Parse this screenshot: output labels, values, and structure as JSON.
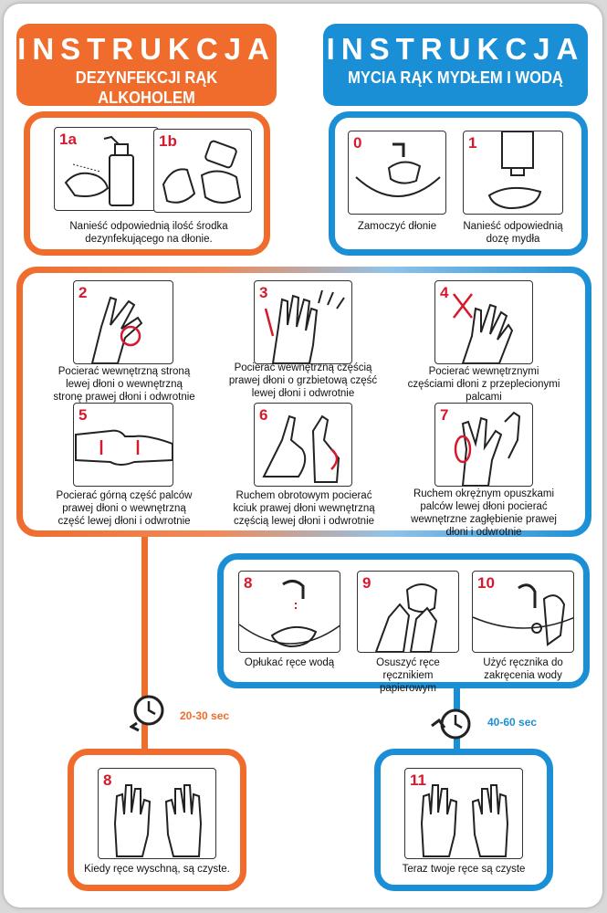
{
  "left_header": {
    "title": "INSTRUKCJA",
    "subtitle": "DEZYNFEKCJI RĄK ALKOHOLEM"
  },
  "right_header": {
    "title": "INSTRUKCJA",
    "subtitle": "MYCIA RĄK MYDŁEM I WODĄ"
  },
  "colors": {
    "orange": "#ef6c2c",
    "blue": "#1a8fd6",
    "red_number": "#d6192d"
  },
  "alcohol_start": {
    "steps": [
      {
        "number": "1a",
        "icon": "spray-bottle-hands-icon"
      },
      {
        "number": "1b",
        "icon": "pour-bottle-hands-icon"
      }
    ],
    "caption": "Nanieść odpowiednią ilość  środka dezynfekującego na dłonie."
  },
  "wash_start": {
    "steps": [
      {
        "number": "0",
        "caption": "Zamoczyć dłonie",
        "icon": "wet-hands-sink-icon"
      },
      {
        "number": "1",
        "caption": "Nanieść odpowiednią dozę mydła",
        "icon": "soap-dispenser-icon"
      }
    ]
  },
  "common_steps": [
    {
      "number": "2",
      "caption": "Pocierać wewnętrzną stroną lewej dłoni o wewnętrzną stronę prawej dłoni i odwrotnie",
      "icon": "palm-to-palm-icon"
    },
    {
      "number": "3",
      "caption": "Pocierać wewnętrzną częścią prawej dłoni o grzbietową część lewej dłoni i odwrotnie",
      "icon": "palm-over-back-icon"
    },
    {
      "number": "4",
      "caption": "Pocierać wewnętrznymi częściami dłoni z przeplecionymi palcami",
      "icon": "interlaced-fingers-icon"
    },
    {
      "number": "5",
      "caption": "Pocierać górną część palców prawej dłoni o wewnętrzną część lewej dłoni i odwrotnie",
      "icon": "fingers-interlocked-icon"
    },
    {
      "number": "6",
      "caption": "Ruchem obrotowym pocierać kciuk prawej dłoni wewnętrzną częścią lewej dłoni i odwrotnie",
      "icon": "thumb-rotation-icon"
    },
    {
      "number": "7",
      "caption": "Ruchem okrężnym opuszkami palców lewej dłoni pocierać wewnętrzne zagłębienie prawej dłoni i odwrotnie",
      "icon": "fingertips-circle-icon"
    }
  ],
  "wash_finish": [
    {
      "number": "8",
      "caption": "Opłukać ręce wodą",
      "icon": "rinse-hands-icon"
    },
    {
      "number": "9",
      "caption": "Osuszyć ręce ręcznikiem papierowym",
      "icon": "paper-towel-icon"
    },
    {
      "number": "10",
      "caption": "Użyć ręcznika do zakręcenia wody",
      "icon": "turn-off-tap-icon"
    }
  ],
  "timers": {
    "alcohol": "20-30 sec",
    "wash": "40-60 sec"
  },
  "alcohol_end": {
    "number": "8",
    "caption": "Kiedy ręce wyschną, są czyste.",
    "icon": "clean-hands-icon"
  },
  "wash_end": {
    "number": "11",
    "caption": "Teraz twoje ręce są czyste",
    "icon": "clean-hands-icon"
  }
}
